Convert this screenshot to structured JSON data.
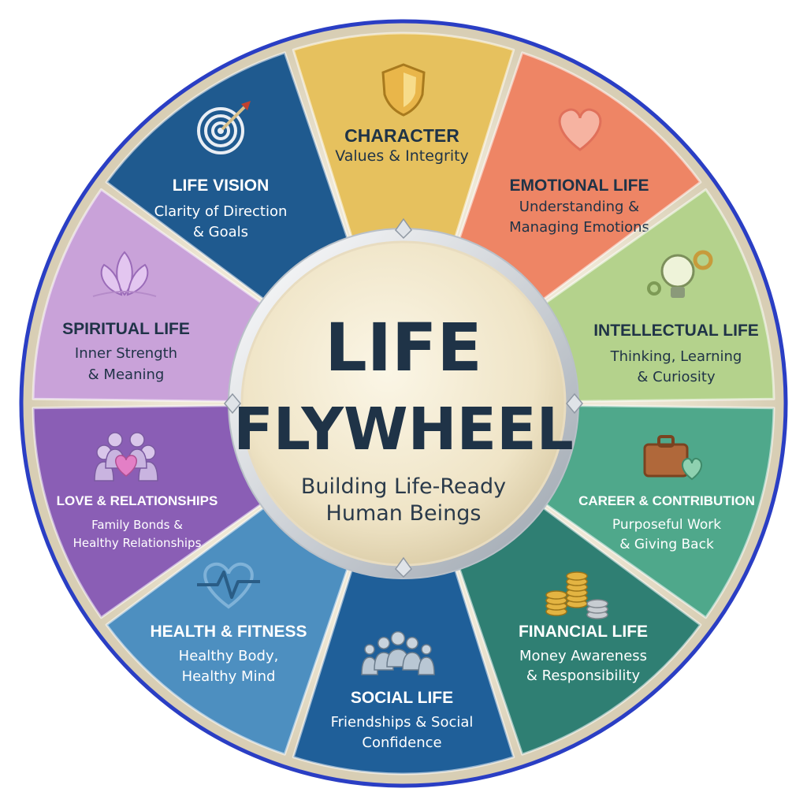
{
  "hub": {
    "title_line1": "LIFE",
    "title_line2": "FLYWHEEL",
    "subtitle_line1": "Building Life-Ready",
    "subtitle_line2": "Human Beings"
  },
  "segments": [
    {
      "id": "character",
      "title": "CHARACTER",
      "sub1": "Values & Integrity",
      "sub2": "",
      "color": "#e6c15e",
      "icon": "shield-icon"
    },
    {
      "id": "emotional",
      "title": "EMOTIONAL LIFE",
      "sub1": "Understanding &",
      "sub2": "Managing Emotions",
      "color": "#ee8565",
      "icon": "heart-icon"
    },
    {
      "id": "intellectual",
      "title": "INTELLECTUAL LIFE",
      "sub1": "Thinking, Learning",
      "sub2": "& Curiosity",
      "color": "#b4d28c",
      "icon": "lightbulb-icon"
    },
    {
      "id": "career",
      "title": "CAREER & CONTRIBUTION",
      "sub1": "Purposeful Work",
      "sub2": "& Giving Back",
      "color": "#4fa88b",
      "icon": "briefcase-icon"
    },
    {
      "id": "financial",
      "title": "FINANCIAL LIFE",
      "sub1": "Money Awareness",
      "sub2": "& Responsibility",
      "color": "#2f7f73",
      "icon": "coins-icon"
    },
    {
      "id": "social",
      "title": "SOCIAL LIFE",
      "sub1": "Friendships & Social",
      "sub2": "Confidence",
      "color": "#1f5f99",
      "icon": "group-icon"
    },
    {
      "id": "health",
      "title": "HEALTH & FITNESS",
      "sub1": "Healthy Body,",
      "sub2": "Healthy Mind",
      "color": "#4d8fc0",
      "icon": "heartbeat-icon"
    },
    {
      "id": "love",
      "title": "LOVE & RELATIONSHIPS",
      "sub1": "Family Bonds &",
      "sub2": "Healthy Relationships",
      "color": "#8a5eb5",
      "icon": "family-icon"
    },
    {
      "id": "spiritual",
      "title": "SPIRITUAL LIFE",
      "sub1": "Inner Strength",
      "sub2": "& Meaning",
      "color": "#c9a2d9",
      "icon": "lotus-icon"
    },
    {
      "id": "vision",
      "title": "LIFE VISION",
      "sub1": "Clarity of Direction",
      "sub2": "& Goals",
      "color": "#1f5a8f",
      "icon": "target-icon"
    }
  ],
  "colors": {
    "outer_ring": "#2a3ec4",
    "text_dark": "#1f3347",
    "hub_fill": "#f3ead2"
  }
}
